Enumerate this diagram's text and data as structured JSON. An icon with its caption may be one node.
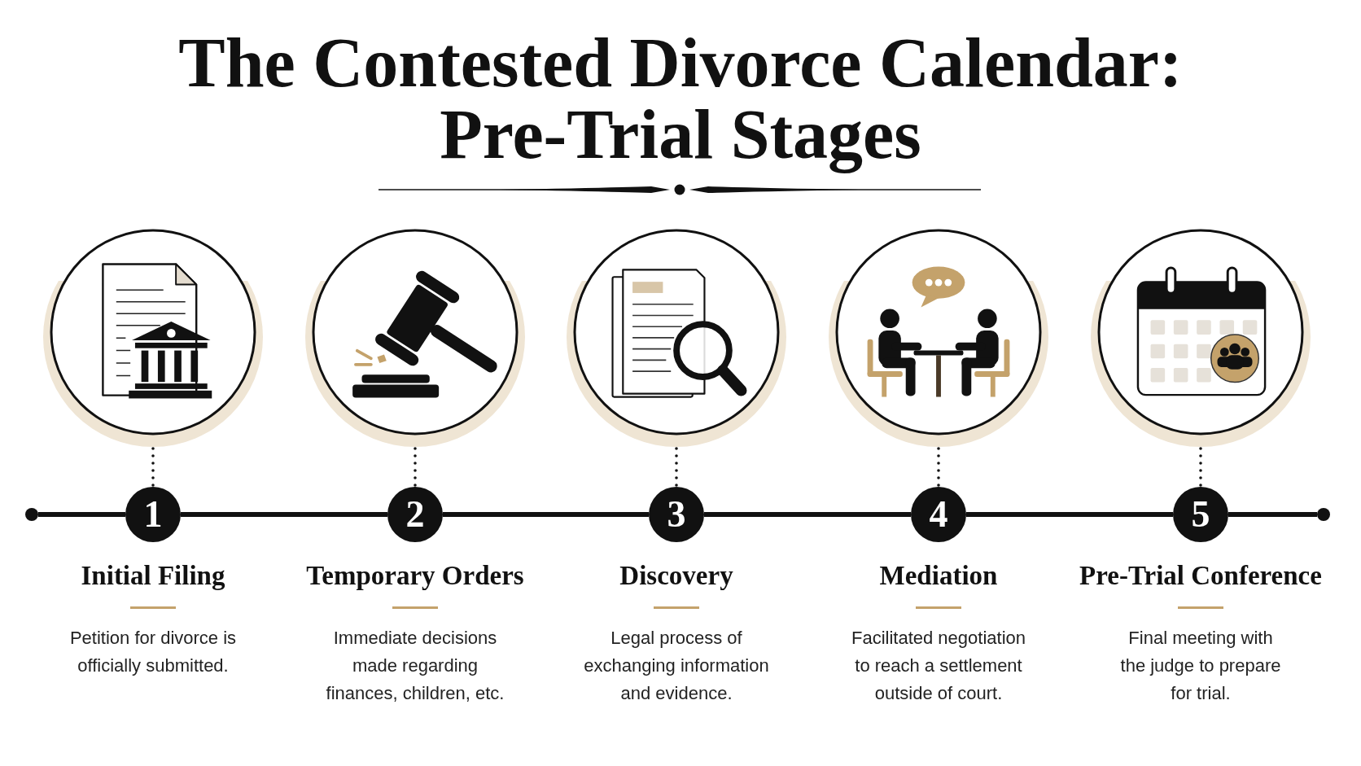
{
  "diagram": {
    "title": "The Contested Divorce Calendar: Pre-Trial Stages",
    "nodes": [
      {
        "text": [],
        "shape": "picture"
      },
      {
        "text": [],
        "shape": "picture"
      },
      {
        "text": [],
        "shape": "picture"
      },
      {
        "text": [],
        "shape": "picture"
      },
      {
        "text": [],
        "shape": "picture"
      },
      {
        "text": [],
        "shape": "circle"
      },
      {
        "text": [
          "1"
        ],
        "beside": [
          "Initial Filing",
          "Petition for divorce is officially submitted."
        ]
      },
      {
        "text": [
          "2"
        ],
        "beside": [
          "Temporary Orders",
          "Immediate decisions made regarding finances, children, etc."
        ]
      },
      {
        "text": [
          "3"
        ],
        "beside": [
          "Discovery",
          "Legal process of exchanging information and evidence."
        ]
      },
      {
        "text": [
          "4"
        ],
        "beside": [
          "Mediation",
          "Facilitated negotiation to reach a settlement outside of court."
        ]
      },
      {
        "text": [
          "5"
        ],
        "beside": [
          "Pre-Trial Conference",
          "Final meeting with the judge to prepare for trial."
        ]
      },
      {
        "text": [],
        "shape": "circle"
      }
    ],
    "edges": [
      {
        "from": 0,
        "to": 6,
        "arrow": "none",
        "style": "dashed"
      },
      {
        "from": 1,
        "to": 7,
        "arrow": "none",
        "style": "dashed"
      },
      {
        "from": 2,
        "to": 8,
        "arrow": "none",
        "style": "dashed"
      },
      {
        "from": 3,
        "to": 9,
        "arrow": "none",
        "style": "dashed"
      },
      {
        "from": 4,
        "to": 10,
        "arrow": "none",
        "style": "dashed"
      },
      {
        "from": 5,
        "to": 6,
        "arrow": "none"
      },
      {
        "from": 6,
        "to": 7,
        "arrow": "none"
      },
      {
        "from": 7,
        "to": 8,
        "arrow": "none"
      },
      {
        "from": 8,
        "to": 9,
        "arrow": "none"
      },
      {
        "from": 9,
        "to": 10,
        "arrow": "none"
      },
      {
        "from": 10,
        "to": 11,
        "arrow": "none"
      }
    ]
  }
}
